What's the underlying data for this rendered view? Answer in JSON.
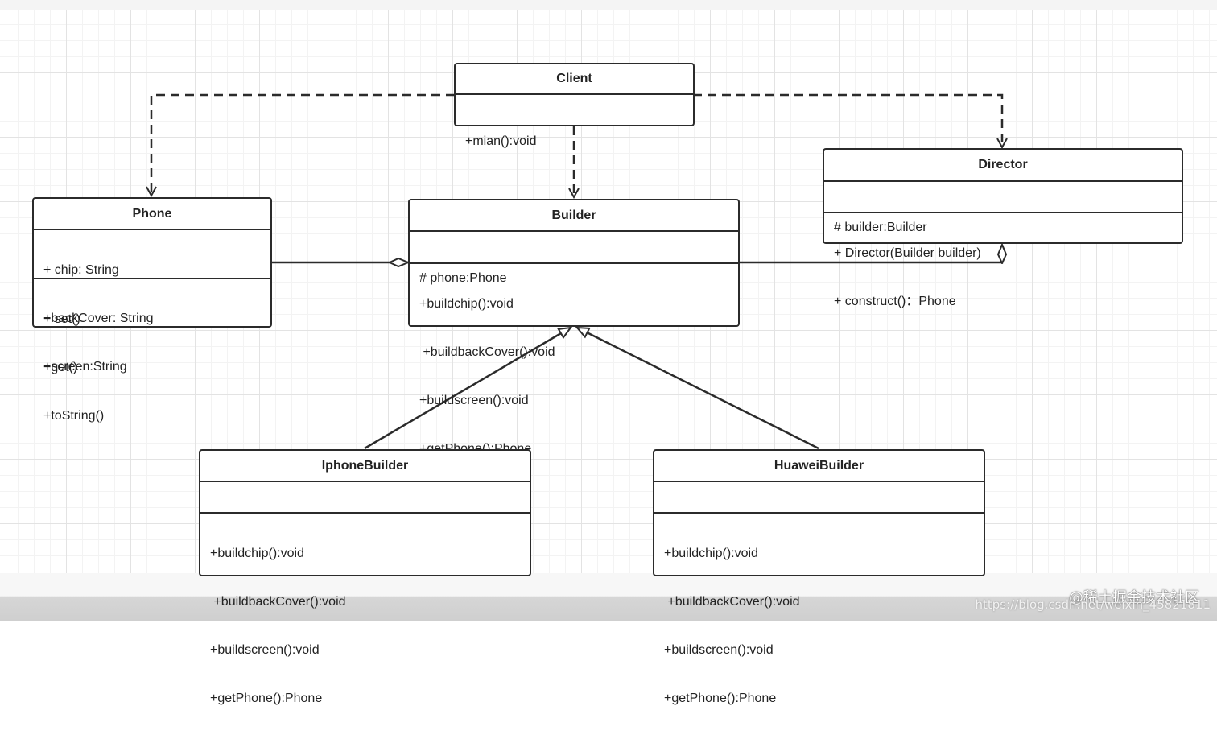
{
  "classes": {
    "client": {
      "name": "Client",
      "attributes": [],
      "methods": [
        "+mian():void"
      ]
    },
    "director": {
      "name": "Director",
      "attributes": [
        "# builder:Builder"
      ],
      "methods": [
        "+ Director(Builder builder)",
        "+ construct()：Phone"
      ]
    },
    "phone": {
      "name": "Phone",
      "attributes": [
        "+ chip: String",
        "+backCover: String",
        "+screen:String"
      ],
      "methods": [
        "+ set()",
        "+get()",
        "+toString()"
      ]
    },
    "builder": {
      "name": "Builder",
      "attributes": [
        "# phone:Phone"
      ],
      "methods": [
        "+buildchip():void",
        " +buildbackCover():void",
        "+buildscreen():void",
        "+getPhone():Phone"
      ]
    },
    "iphone_builder": {
      "name": "IphoneBuilder",
      "attributes": [],
      "methods": [
        "+buildchip():void",
        " +buildbackCover():void",
        "+buildscreen():void",
        "+getPhone():Phone"
      ]
    },
    "huawei_builder": {
      "name": "HuaweiBuilder",
      "attributes": [],
      "methods": [
        "+buildchip():void",
        " +buildbackCover():void",
        "+buildscreen():void",
        "+getPhone():Phone"
      ]
    }
  },
  "relations": [
    {
      "type": "dependency",
      "from": "Client",
      "to": "Phone"
    },
    {
      "type": "dependency",
      "from": "Client",
      "to": "Builder"
    },
    {
      "type": "dependency",
      "from": "Client",
      "to": "Director"
    },
    {
      "type": "aggregation",
      "from": "Phone",
      "to": "Builder"
    },
    {
      "type": "aggregation",
      "from": "Builder",
      "to": "Director"
    },
    {
      "type": "generalization",
      "from": "IphoneBuilder",
      "to": "Builder"
    },
    {
      "type": "generalization",
      "from": "HuaweiBuilder",
      "to": "Builder"
    }
  ],
  "watermark": {
    "line1": "@稀土掘金技术社区",
    "line2": "https://blog.csdn.net/weixin_45821811"
  }
}
